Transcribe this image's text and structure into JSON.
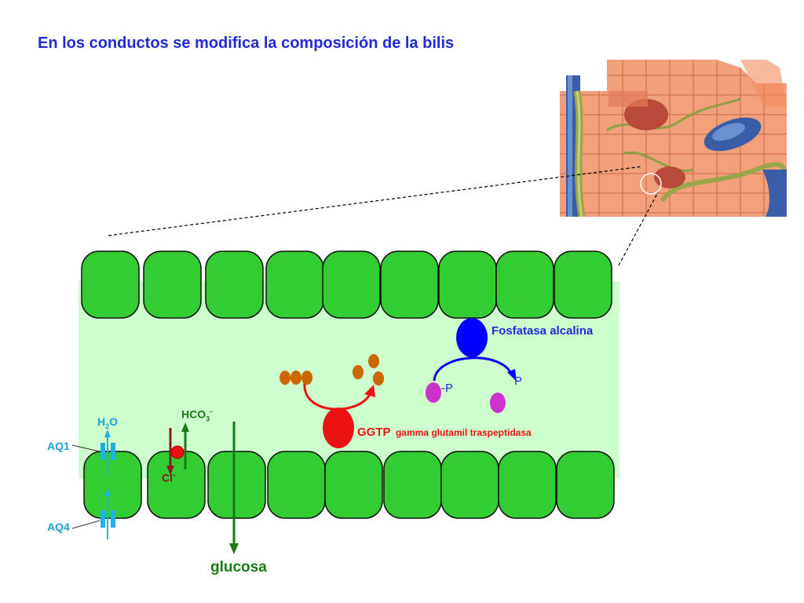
{
  "title": "En los conductos se modifica la composición de la bilis",
  "labels": {
    "fosfatasa": "Fosfatasa alcalina",
    "p_left": "-P",
    "p_right": "P",
    "ggtp": "GGTP",
    "ggtp_desc": "gamma glutamil traspeptidasa",
    "h2o_h": "H",
    "h2o_sub": "2",
    "h2o_o": "O",
    "hco3_main": "HCO",
    "hco3_sub": "3",
    "hco3_sup": "-",
    "cl_main": "Cl",
    "cl_sup": "-",
    "aq1": "AQ1",
    "aq4": "AQ4",
    "glucosa": "glucosa"
  },
  "colors": {
    "title": "#1f2bd6",
    "cell": "#33cc33",
    "lumen": "#ccffcc",
    "aquaporin": "#1fb0e6",
    "water_label": "#1f9fd6",
    "fosfatasa": "#0000ff",
    "ggtp": "#ee1111",
    "substrate": "#cc6600",
    "phosphate": "#cc33cc",
    "cl_arrow": "#8b1a1a",
    "hco3_arrow": "#1a7a1a",
    "glucosa": "#1a7a1a"
  }
}
